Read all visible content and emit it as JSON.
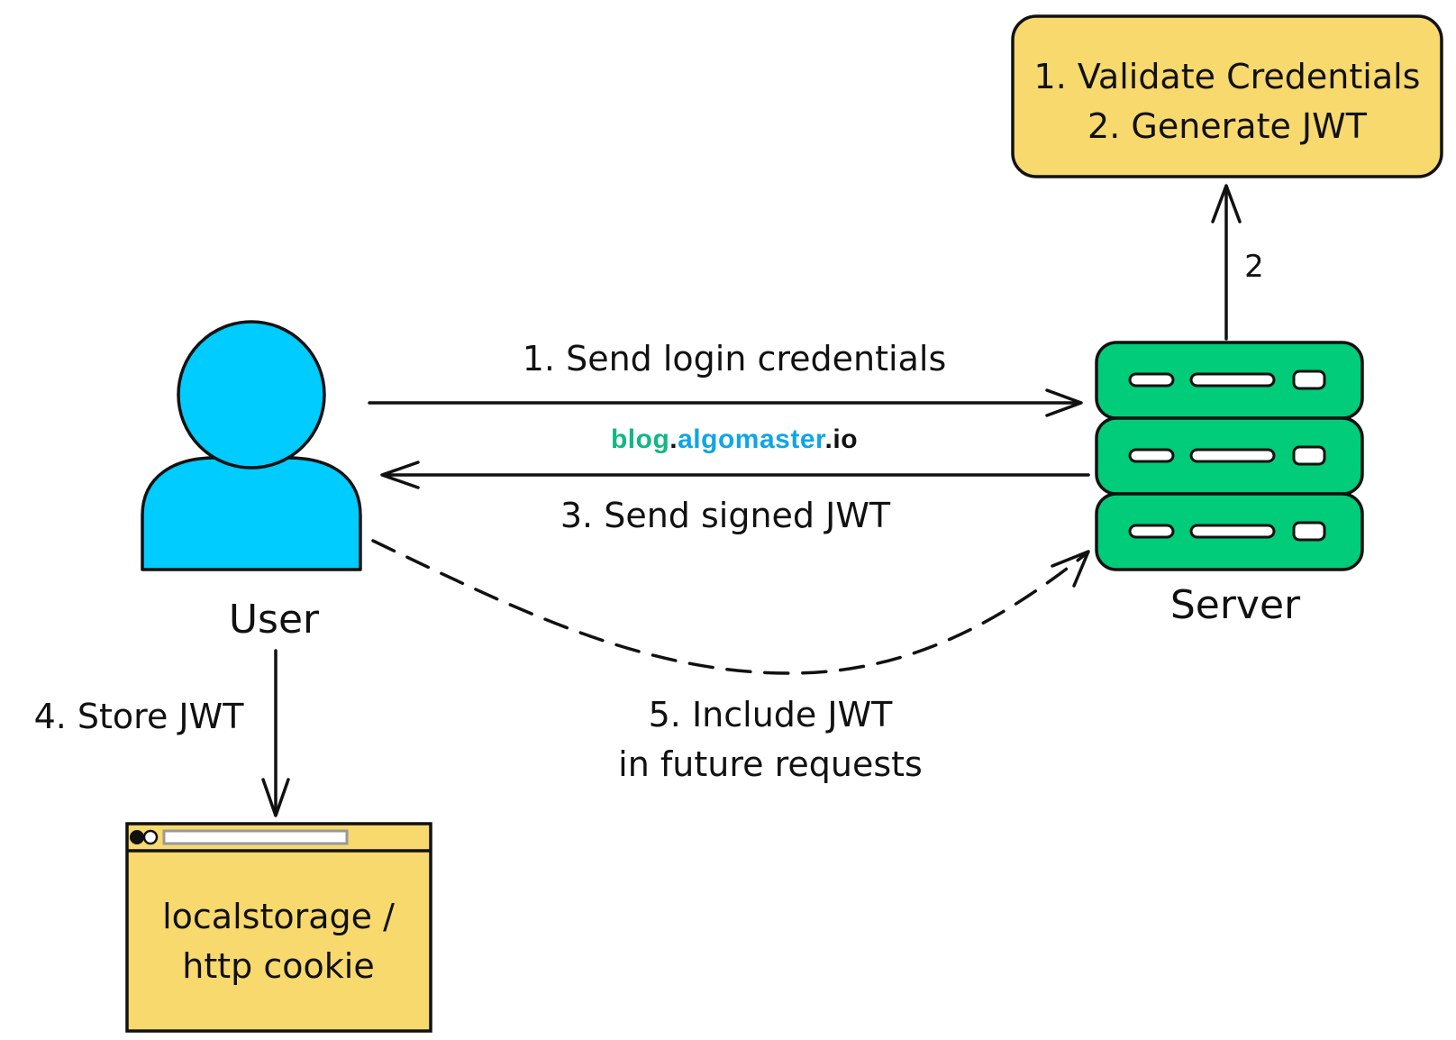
{
  "colors": {
    "user": "#00CCFF",
    "server": "#00CC7A",
    "note": "#F7D96E",
    "brand_blog": "#10B981",
    "brand_algomaster": "#0EA5E9",
    "brand_io": "#111111",
    "line": "#111111"
  },
  "nodes": {
    "user_label": "User",
    "server_label": "Server",
    "server_note_line1": "1. Validate Credentials",
    "server_note_line2": "2. Generate JWT",
    "storage_line1": "localstorage /",
    "storage_line2": "http cookie"
  },
  "edges": {
    "send_credentials": "1. Send login credentials",
    "server_to_note": "2",
    "send_jwt": "3. Send signed JWT",
    "store_jwt": "4. Store JWT",
    "include_line1": "5. Include JWT",
    "include_line2": "in future requests"
  },
  "watermark": {
    "part1": "blog",
    "dot1": ".",
    "part2": "algomaster",
    "dot2": ".",
    "part3": "io"
  },
  "icons": {
    "user": "person-icon",
    "server": "server-rack-icon",
    "storage": "browser-window-icon"
  }
}
